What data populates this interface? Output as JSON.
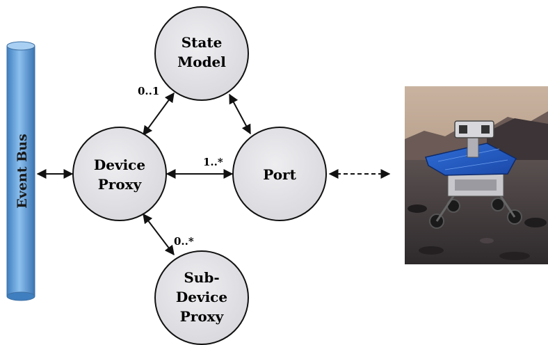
{
  "colors": {
    "node_fill": "#e2e2e6",
    "node_stroke": "#111111",
    "bus_fill": "#5b9bd5",
    "bus_stroke": "#4a82b8",
    "arrow": "#111111"
  },
  "event_bus": {
    "label": "Event Bus"
  },
  "nodes": {
    "state_model": {
      "label_line1": "State",
      "label_line2": "Model"
    },
    "device_proxy": {
      "label_line1": "Device",
      "label_line2": "Proxy"
    },
    "port": {
      "label": "Port"
    },
    "sub_device_proxy": {
      "label_line1": "Sub-",
      "label_line2": "Device",
      "label_line3": "Proxy"
    }
  },
  "edges": {
    "device_to_state": {
      "multiplicity": "0..1"
    },
    "device_to_port": {
      "multiplicity": "1..*"
    },
    "device_to_sub": {
      "multiplicity": "0..*"
    }
  },
  "photo": {
    "subject": "rover-photo"
  }
}
